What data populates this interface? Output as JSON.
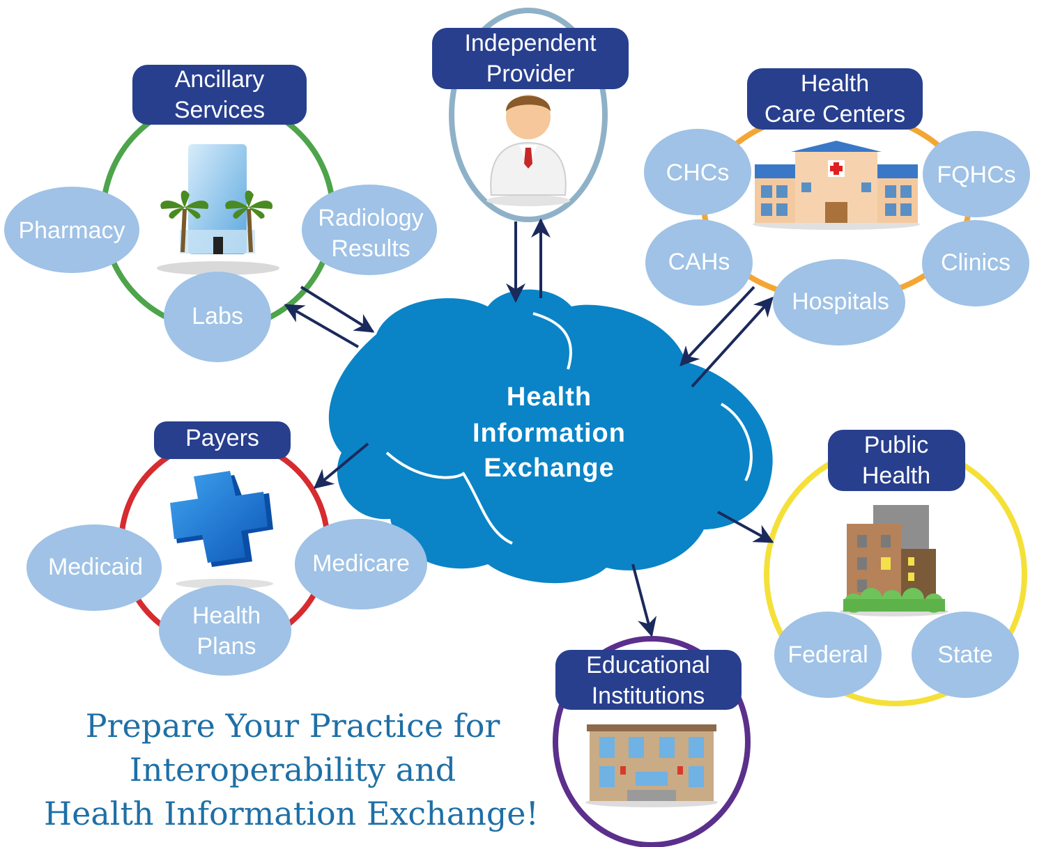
{
  "center": {
    "lines": [
      "Health",
      "Information",
      "Exchange"
    ]
  },
  "groups": {
    "ancillary": {
      "title": [
        "Ancillary",
        "Services"
      ],
      "ring_color": "#4da44a",
      "icon": "office-building-palms-icon",
      "nodes": {
        "pharmacy": "Pharmacy",
        "radiology": [
          "Radiology",
          "Results"
        ],
        "labs": "Labs"
      }
    },
    "provider": {
      "title": [
        "Independent",
        "Provider"
      ],
      "ring_color": "#8fb1c8",
      "icon": "doctor-icon"
    },
    "centers": {
      "title": [
        "Health",
        "Care Centers"
      ],
      "ring_color": "#f4a634",
      "icon": "hospital-building-icon",
      "nodes": {
        "chcs": "CHCs",
        "fqhcs": "FQHCs",
        "cahs": "CAHs",
        "clinics": "Clinics",
        "hospitals": "Hospitals"
      }
    },
    "payers": {
      "title": "Payers",
      "ring_color": "#d62b2f",
      "icon": "medical-cross-icon",
      "nodes": {
        "medicaid": "Medicaid",
        "medicare": "Medicare",
        "plans": [
          "Health",
          "Plans"
        ]
      }
    },
    "public": {
      "title": [
        "Public",
        "Health"
      ],
      "ring_color": "#f5e03a",
      "icon": "city-buildings-icon",
      "nodes": {
        "federal": "Federal",
        "state": "State"
      }
    },
    "education": {
      "title": [
        "Educational",
        "Institutions"
      ],
      "ring_color": "#5b2f8c",
      "icon": "school-building-icon"
    }
  },
  "tagline": [
    "Prepare Your Practice for",
    "Interoperability and",
    "Health Information Exchange!"
  ],
  "colors": {
    "header": "#283f8e",
    "bubble": "#9fc2e6",
    "cloud": "#0a84c6",
    "arrow": "#1b2a5c",
    "tagline": "#1e6fa6"
  }
}
